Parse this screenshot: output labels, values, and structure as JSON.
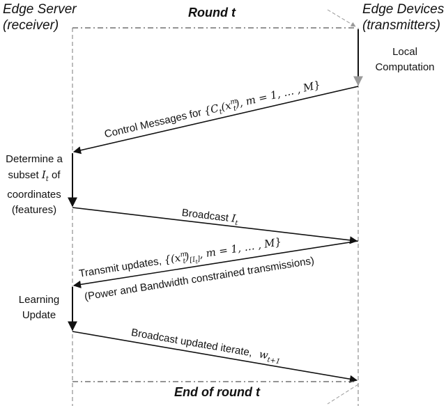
{
  "headers": {
    "server_title": "Edge Server",
    "server_role": "(receiver)",
    "devices_title": "Edge Devices",
    "devices_role": "(transmitters)"
  },
  "round": {
    "start": "Round t",
    "end": "End of round t"
  },
  "steps": {
    "local_computation": [
      "Local",
      "Computation"
    ],
    "determine": [
      "Determine a",
      "subset",
      "I",
      "t",
      "of",
      "coordinates",
      "(features)"
    ],
    "learning_update": [
      "Learning",
      "Update"
    ]
  },
  "messages": {
    "control_text": "Control Messages for",
    "control_math": "{C",
    "control_math_sub": "t",
    "control_math_rest": "(x",
    "control_math_sup": "m",
    "control_math_sub2": "t",
    "control_math_tail": "), m = 1, … , M}",
    "broadcast_text": "Broadcast",
    "broadcast_math": "I",
    "broadcast_math_sub": "t",
    "transmit_text": "Transmit updates,",
    "transmit_math": "{(x",
    "transmit_math_sup": "m",
    "transmit_math_sub": "t",
    "transmit_math_idx": ")",
    "transmit_math_idx_sub": "[I",
    "transmit_math_idx_sub2": "t",
    "transmit_math_idx_close": "]",
    "transmit_math_tail": ", m = 1, … , M}",
    "constraint_text": "(Power and  Bandwidth constrained transmissions)",
    "update_text": "Broadcast updated iterate,",
    "update_math": "w",
    "update_math_sub": "t+1"
  },
  "colors": {
    "line": "#111111",
    "dashed_guide": "#9a9a9a",
    "lifeline": "#7a7a7a"
  }
}
